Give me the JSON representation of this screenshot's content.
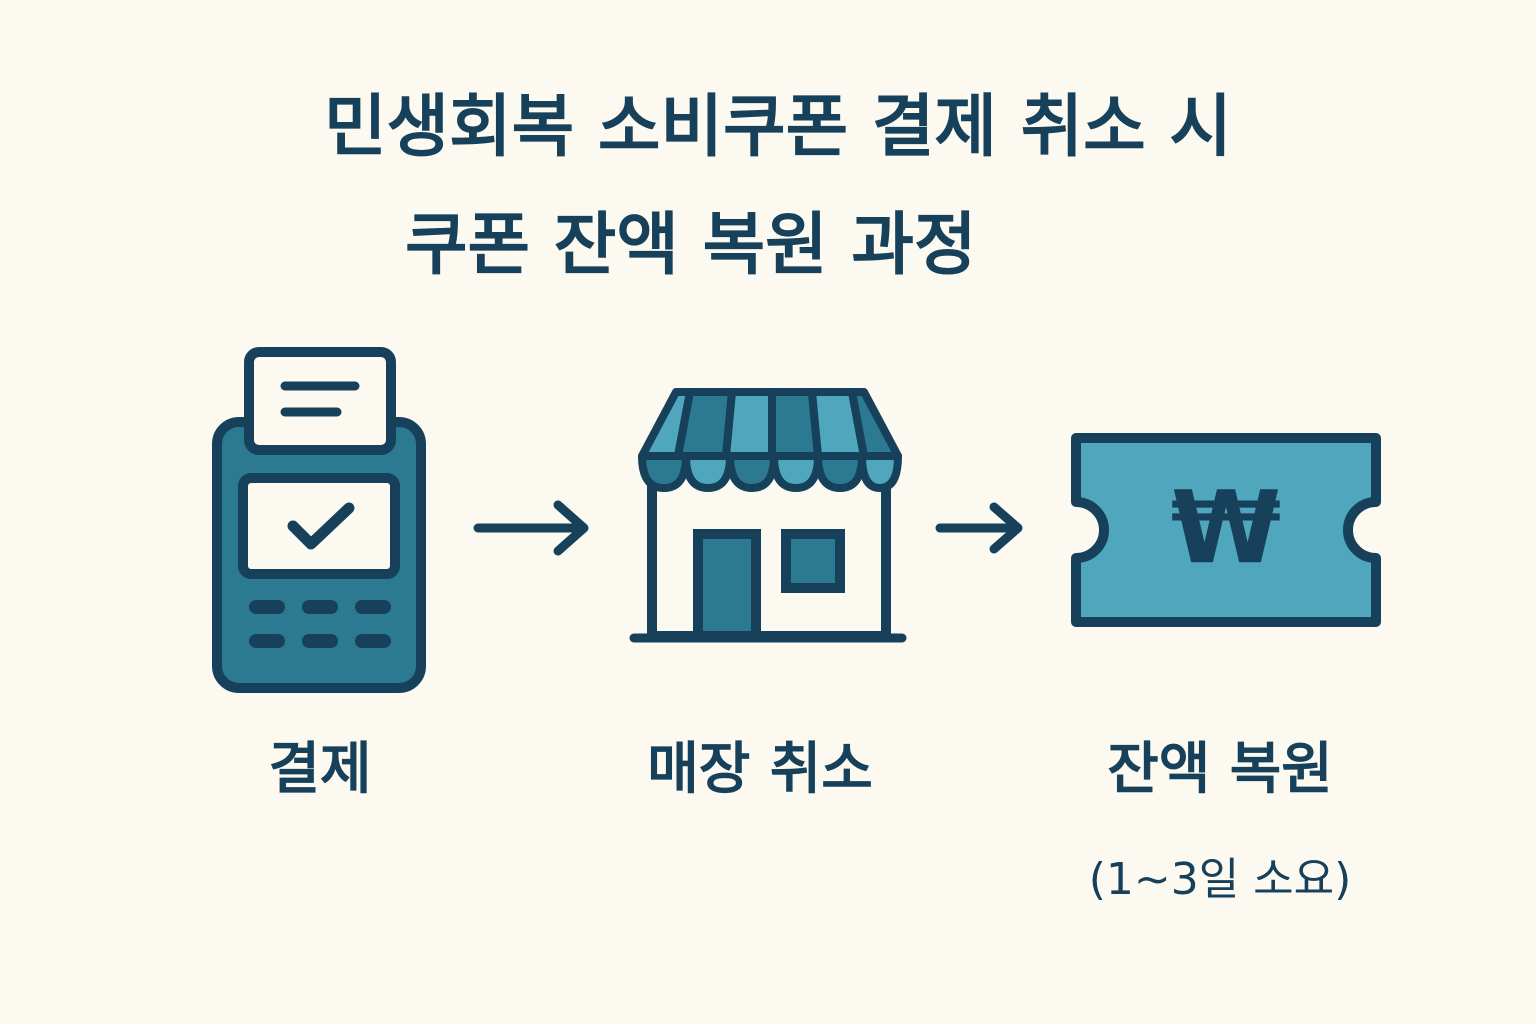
{
  "title": {
    "line1": "민생회복 소비쿠폰 결제 취소 시",
    "line2": "쿠폰 잔액 복원 과정"
  },
  "colors": {
    "background": "#fcf9f0",
    "navy": "#17405a",
    "teal_dark": "#2b7a92",
    "teal_light": "#4fa6bd",
    "paper": "#fcf9f0"
  },
  "steps": [
    {
      "label": "결제",
      "icon": "card-terminal-icon"
    },
    {
      "label": "매장 취소",
      "icon": "storefront-icon"
    },
    {
      "label": "잔액 복원",
      "icon": "won-coupon-icon",
      "note": "(1~3일 소요)"
    }
  ],
  "coupon": {
    "symbol": "₩"
  }
}
